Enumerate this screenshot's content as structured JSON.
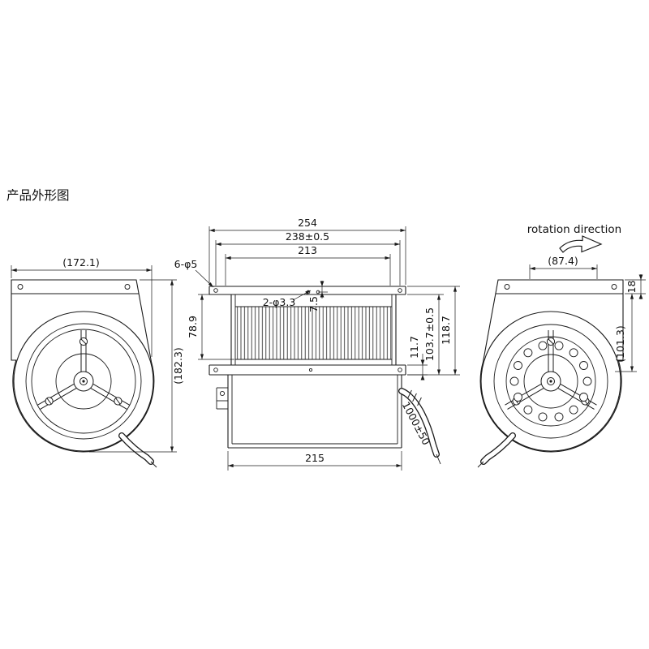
{
  "page": {
    "title": "产品外形图",
    "rotation_label": "rotation direction"
  },
  "views": {
    "left": {
      "width": "(172.1)",
      "height": "(182.3)"
    },
    "front": {
      "overall_width": "254",
      "mount_width": "238±0.5",
      "inner_width": "213",
      "flange_holes": "6-φ5",
      "wheel_holes": "2-φ3.3",
      "hole_offset": "7.5",
      "wheel_height": "78.9",
      "flange_thickness": "11.7",
      "inner_height": "103.7±0.5",
      "total_height": "118.7",
      "base_width": "215",
      "cable_length": "1000±50"
    },
    "right": {
      "width": "(87.4)",
      "flange_offset": "18",
      "height": "(101.3)"
    }
  }
}
